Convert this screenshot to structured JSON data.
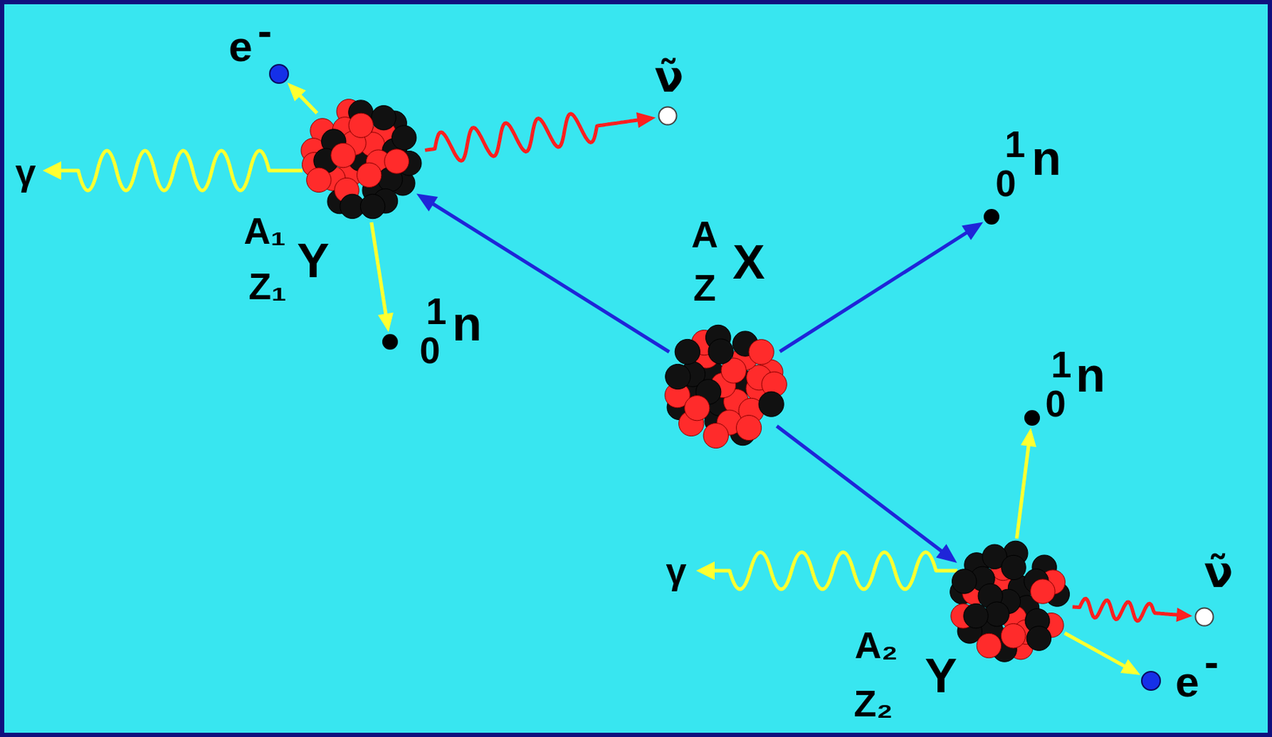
{
  "diagram": {
    "nodes": [
      {
        "text": [
          "e",
          "-"
        ]
      },
      {
        "text": [
          "ν̃"
        ]
      },
      {
        "text": [
          "1",
          "0",
          "n"
        ]
      },
      {
        "text": [
          "A₁",
          "Z₁",
          "Y"
        ]
      },
      {
        "text": [
          "1",
          "0",
          "n"
        ]
      },
      {
        "text": [
          "A",
          "Z",
          "X"
        ]
      },
      {
        "text": [
          "1",
          "0",
          "n"
        ]
      },
      {
        "text": [
          "A₂",
          "Z₂",
          "Y"
        ]
      },
      {
        "text": [
          "ν̃"
        ]
      },
      {
        "text": [
          "e",
          "-"
        ]
      }
    ],
    "edges": [
      {
        "from": 5,
        "to": 3,
        "arrow": "to"
      },
      {
        "from": 5,
        "to": 7,
        "arrow": "to"
      },
      {
        "from": 5,
        "to": 2,
        "arrow": "to"
      },
      {
        "from": 3,
        "to": 0,
        "arrow": "to"
      },
      {
        "from": 3,
        "to": 1,
        "arrow": "to"
      },
      {
        "from": 3,
        "to": 4,
        "arrow": "to"
      },
      {
        "from": 7,
        "to": 6,
        "arrow": "to"
      },
      {
        "from": 7,
        "to": 8,
        "arrow": "to"
      },
      {
        "from": 7,
        "to": 9,
        "arrow": "to"
      }
    ],
    "labels": [
      "γ",
      "γ"
    ]
  }
}
